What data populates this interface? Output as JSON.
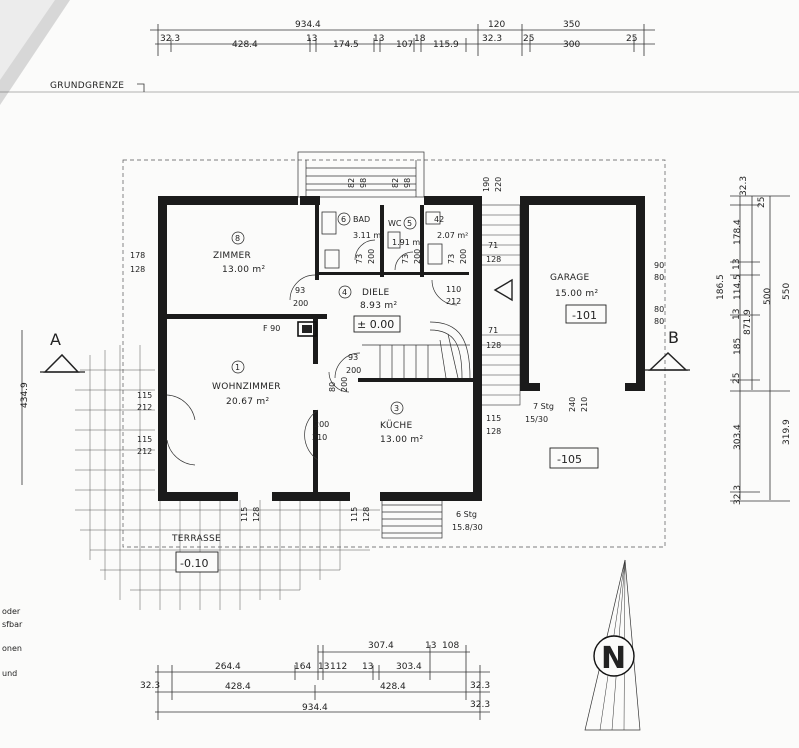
{
  "labels": {
    "grundgrenze": "GRUNDGRENZE",
    "terrasse": "TERRASSE",
    "f90": "F 90",
    "section_a": "A",
    "section_b": "B",
    "north": "N",
    "stairs_7": "7 Stg",
    "stairs_7_ratio": "15/30",
    "stairs_6": "6 Stg",
    "stairs_6_ratio": "15.8/30"
  },
  "rooms": {
    "zimmer": {
      "num": "8",
      "name": "ZIMMER",
      "area": "13.00 m²"
    },
    "bad": {
      "num": "6",
      "name": "BAD",
      "area": "3.11 m²"
    },
    "wc": {
      "num": "5",
      "name": "WC",
      "area": "1.91 m²"
    },
    "abst": {
      "num": "42",
      "area": "2.07 m²"
    },
    "diele": {
      "num": "4",
      "name": "DIELE",
      "area": "8.93 m²"
    },
    "wohnzimmer": {
      "num": "1",
      "name": "WOHNZIMMER",
      "area": "20.67 m²"
    },
    "kueche": {
      "num": "3",
      "name": "KÜCHE",
      "area": "13.00 m²"
    },
    "garage": {
      "name": "GARAGE",
      "area": "15.00 m²"
    }
  },
  "levels": {
    "ground": "± 0.00",
    "garage": "-101",
    "outside": "-105",
    "terrace": "-0.10"
  },
  "dims_top": {
    "overall": "934.4",
    "gap": "120",
    "garage": "350",
    "parts": [
      "32.3",
      "428.4",
      "13",
      "174.5",
      "13",
      "107",
      "18",
      "115.9",
      "32.3",
      "25",
      "300",
      "25"
    ]
  },
  "dims_bottom": {
    "overall": "934.4",
    "upper": [
      "307.4",
      "13",
      "108"
    ],
    "middle": [
      "32.3",
      "264.4",
      "164",
      "13",
      "112",
      "13",
      "303.4",
      "32.3"
    ],
    "lower": [
      "428.4",
      "428.4",
      "32.3"
    ]
  },
  "dims_right": [
    "32.3",
    "25",
    "178.4",
    "13",
    "114.5",
    "13",
    "185",
    "25",
    "303.4",
    "32.3",
    "500",
    "550",
    "871.9",
    "186.5",
    "319.9"
  ],
  "dims_left": [
    "434.9"
  ],
  "openings": {
    "zimmer_window": [
      "178",
      "128"
    ],
    "bad_window": [
      "82",
      "98"
    ],
    "wc_window": [
      "82",
      "98"
    ],
    "stair_window": [
      "190",
      "220"
    ],
    "garage_win1": [
      "90",
      "80"
    ],
    "garage_win2": [
      "80",
      "80"
    ],
    "garage_gate": [
      "240",
      "210"
    ],
    "liv_win1": [
      "115",
      "212"
    ],
    "liv_win2": [
      "115",
      "212"
    ],
    "terr_win1": [
      "115",
      "128"
    ],
    "terr_win2": [
      "115",
      "128"
    ],
    "kitchen_win": [
      "115",
      "128"
    ],
    "stair_win2": [
      "71",
      "128"
    ],
    "stair_win3": [
      "71",
      "128"
    ],
    "door_zimmer": [
      "93",
      "200"
    ],
    "door_diele": [
      "93",
      "200"
    ],
    "door_kueche": [
      "200",
      "210"
    ],
    "door_abst": [
      "110",
      "212"
    ],
    "door_bad": [
      "73",
      "200"
    ],
    "door_wc": [
      "73",
      "200"
    ],
    "door_abst2": [
      "73",
      "200"
    ],
    "door_liv": [
      "80",
      "200"
    ]
  },
  "margin_notes": [
    "oder",
    "sfbar",
    "onen",
    "und"
  ],
  "colors": {
    "wall": "#1b1b1b",
    "line": "#333333",
    "paper": "#fbfbfa"
  }
}
